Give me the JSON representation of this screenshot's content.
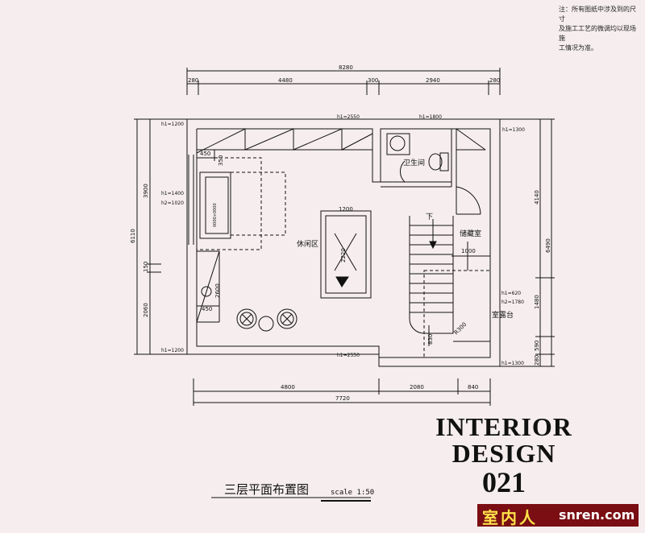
{
  "note": {
    "line1": "注：所有图纸中涉及到的尺寸",
    "line2": "及施工工艺的微调均以现场施",
    "line3": "工情况为准。"
  },
  "dims": {
    "overall_top": "8280",
    "top_a": "280",
    "top_b": "4480",
    "top_c": "300",
    "top_d": "2940",
    "top_e": "280",
    "bottom_a": "4800",
    "bottom_b": "2080",
    "bottom_c": "840",
    "bottom_total": "7720",
    "left_overall": "6110",
    "left_a": "3900",
    "left_b": "150",
    "left_c": "2060",
    "right_overall": "6490",
    "right_a": "4140",
    "right_b": "1480",
    "right_c": "590",
    "right_d": "280",
    "billiard_w": "1200",
    "billiard_h": "2220",
    "bench": "2600",
    "d450a": "450",
    "d350": "350",
    "d450b": "450",
    "d1000": "1000",
    "d830": "830",
    "r300": "R300"
  },
  "heights": {
    "h_top_left": "h1=1200",
    "h_left_mid1": "h1=1400",
    "h_left_mid2": "h2=1020",
    "h_bottom_left": "h1=1200",
    "h_top_mid": "h1=2550",
    "h_top_bath": "h1=1800",
    "h_top_right": "h1=1300",
    "h_right_mid1": "h1=620",
    "h_right_mid2": "h2=1780",
    "h_bottom_right": "h1=1300",
    "h_bottom_mid": "h1=2550"
  },
  "rooms": {
    "leisure": "休闲区",
    "bathroom": "卫生间",
    "storage": "储藏室",
    "terrace": "室露台",
    "down": "下",
    "sofa_text": "0000×0000"
  },
  "brand": {
    "line1": "INTERIOR",
    "line2": "DESIGN",
    "line3": "021"
  },
  "plan_title": "三层平面布置图",
  "scale": "scale 1:50",
  "watermark": {
    "cn": "室内人",
    "en": "snren.com"
  }
}
